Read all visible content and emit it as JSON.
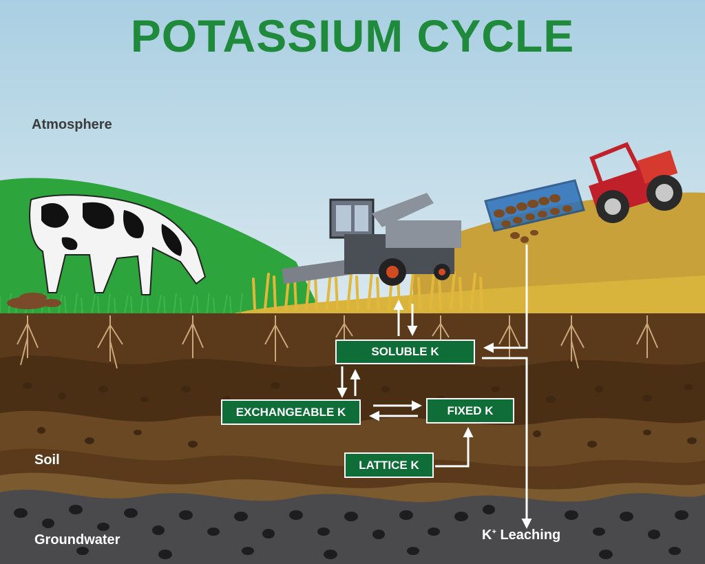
{
  "title": "POTASSIUM CYCLE",
  "zones": {
    "atmosphere": "Atmosphere",
    "soil": "Soil",
    "groundwater": "Groundwater"
  },
  "pools": {
    "soluble": "SOLUBLE K",
    "exchangeable": "EXCHANGEABLE K",
    "fixed": "FIXED K",
    "lattice": "LATTICE K"
  },
  "leaching": {
    "ion": "K",
    "charge": "+",
    "label": "Leaching"
  },
  "colors": {
    "title": "#1f8a3b",
    "box_fill": "#0f6d37",
    "box_border": "#ffffff",
    "arrow": "#ffffff",
    "sky": "#bcd9e6",
    "hill_green": "#2ea43c",
    "hill_gold": "#c9a13a",
    "soil_dark": "#4e3116",
    "bedrock": "#4a4a4c"
  },
  "icons": [
    "cow-icon",
    "combine-harvester-icon",
    "tractor-spreader-icon",
    "plant-root-icon",
    "wheat-icon",
    "manure-icon"
  ]
}
